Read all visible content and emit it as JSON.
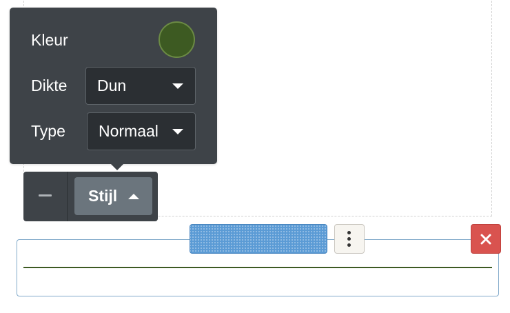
{
  "style_popover": {
    "color_label": "Kleur",
    "color_value": "#3d5a22",
    "thickness_label": "Dikte",
    "thickness_value": "Dun",
    "type_label": "Type",
    "type_value": "Normaal"
  },
  "toolbar": {
    "style_label": "Stijl",
    "collapse_icon": "minus-icon",
    "style_caret_icon": "caret-up-icon"
  },
  "line_block": {
    "line_color": "#3d5a22",
    "drag_icon": "drag-handle-icon",
    "more_icon": "vertical-dots-icon",
    "close_icon": "close-icon"
  },
  "colors": {
    "popover_bg": "#3e4348",
    "handle_blue": "#5b9bd5",
    "danger_red": "#d9534f",
    "block_border": "#7fa8c9"
  }
}
